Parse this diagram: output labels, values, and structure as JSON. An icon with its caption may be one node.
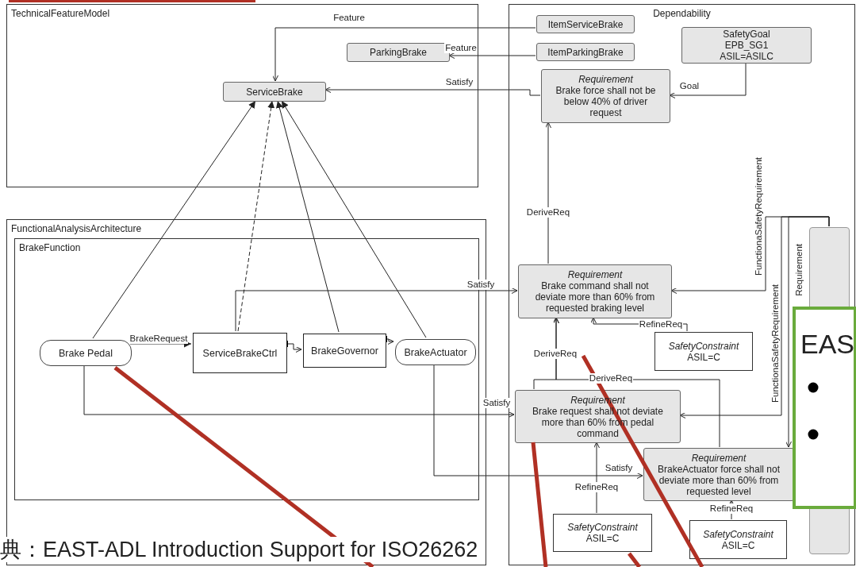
{
  "diagram": {
    "caption": "典：EAST-ADL Introduction Support for ISO26262",
    "nodes": [
      {
        "text": [
          "TechnicalFeatureModel"
        ]
      },
      {
        "text": [
          "ServiceBrake"
        ],
        "in": 0
      },
      {
        "text": [
          "ParkingBrake"
        ],
        "in": 0
      },
      {
        "text": [
          "FunctionalAnalysisArchitecture"
        ]
      },
      {
        "text": [
          "BrakeFunction"
        ],
        "in": 3
      },
      {
        "text": [
          "Brake Pedal"
        ],
        "in": 4
      },
      {
        "text": [
          "ServiceBrakeCtrl"
        ],
        "in": 4
      },
      {
        "text": [
          "BrakeGovernor"
        ],
        "in": 4
      },
      {
        "text": [
          "BrakeActuator"
        ],
        "in": 4
      },
      {
        "text": [
          "Dependability"
        ]
      },
      {
        "text": [
          "ItemServiceBrake"
        ],
        "in": 9
      },
      {
        "text": [
          "ItemParkingBrake"
        ],
        "in": 9
      },
      {
        "text": [
          "SafetyGoal",
          "EPB_SG1",
          "ASIL=ASILC"
        ],
        "in": 9
      },
      {
        "text": [
          "Requirement",
          "Brake force shall not be below 40% of driver request"
        ],
        "in": 9
      },
      {
        "text": [
          "Requirement",
          "Brake command shall not deviate more than 60% from requested braking level"
        ],
        "in": 9
      },
      {
        "text": [
          "SafetyConstraint",
          "ASIL=C"
        ],
        "in": 9
      },
      {
        "text": [
          "Requirement",
          "Brake request shall not deviate more than 60% from pedal command"
        ],
        "in": 9
      },
      {
        "text": [
          "Requirement",
          "BrakeActuator force shall not deviate more than 60% from requested level"
        ],
        "in": 9
      },
      {
        "text": [
          "SafetyConstraint",
          "ASIL=C"
        ],
        "in": 9
      },
      {
        "text": [
          "SafetyConstraint",
          "ASIL=C"
        ],
        "in": 9
      },
      {
        "text": [],
        "shape": "box",
        "in": 9
      },
      {
        "text": [
          "EAS"
        ],
        "in": 9
      }
    ],
    "edges": [
      {
        "from": 10,
        "to": 1,
        "arrow": "to",
        "label": "Feature"
      },
      {
        "from": 11,
        "to": 2,
        "arrow": "to",
        "label": "Feature"
      },
      {
        "from": 13,
        "to": 1,
        "arrow": "to",
        "label": "Satisfy"
      },
      {
        "from": 12,
        "to": 13,
        "arrow": "to",
        "label": "Goal"
      },
      {
        "from": 14,
        "to": 13,
        "arrow": "to",
        "label": "DeriveReq"
      },
      {
        "from": 5,
        "to": 1,
        "arrow": "to"
      },
      {
        "from": 6,
        "to": 1,
        "arrow": "to",
        "style": "dashed"
      },
      {
        "from": 7,
        "to": 1,
        "arrow": "to"
      },
      {
        "from": 8,
        "to": 1,
        "arrow": "to"
      },
      {
        "from": 5,
        "to": 6,
        "arrow": "to",
        "label": "BrakeRequest"
      },
      {
        "from": 6,
        "to": 7,
        "arrow": "to"
      },
      {
        "from": 7,
        "to": 8,
        "arrow": "to"
      },
      {
        "from": 6,
        "to": 14,
        "arrow": "to",
        "label": "Satisfy"
      },
      {
        "from": 5,
        "to": 16,
        "arrow": "to",
        "label": "Satisfy"
      },
      {
        "from": 8,
        "to": 17,
        "arrow": "to",
        "label": "Satisfy"
      },
      {
        "from": 15,
        "to": 14,
        "arrow": "to",
        "label": "RefineReq"
      },
      {
        "from": 16,
        "to": 14,
        "arrow": "to",
        "label": "DeriveReq"
      },
      {
        "from": 17,
        "to": 14,
        "arrow": "to",
        "label": "DeriveReq"
      },
      {
        "from": 18,
        "to": 16,
        "arrow": "to",
        "label": "RefineReq"
      },
      {
        "from": 19,
        "to": 17,
        "arrow": "to",
        "label": "RefineReq"
      },
      {
        "from": 20,
        "to": 14,
        "arrow": "to",
        "label": "FunctionaSafetyRequirement"
      },
      {
        "from": 20,
        "to": 16,
        "arrow": "to",
        "label": "FunctionaSafetyRequirement"
      },
      {
        "from": 20,
        "to": 17,
        "arrow": "to",
        "label": "Requirement"
      }
    ]
  }
}
